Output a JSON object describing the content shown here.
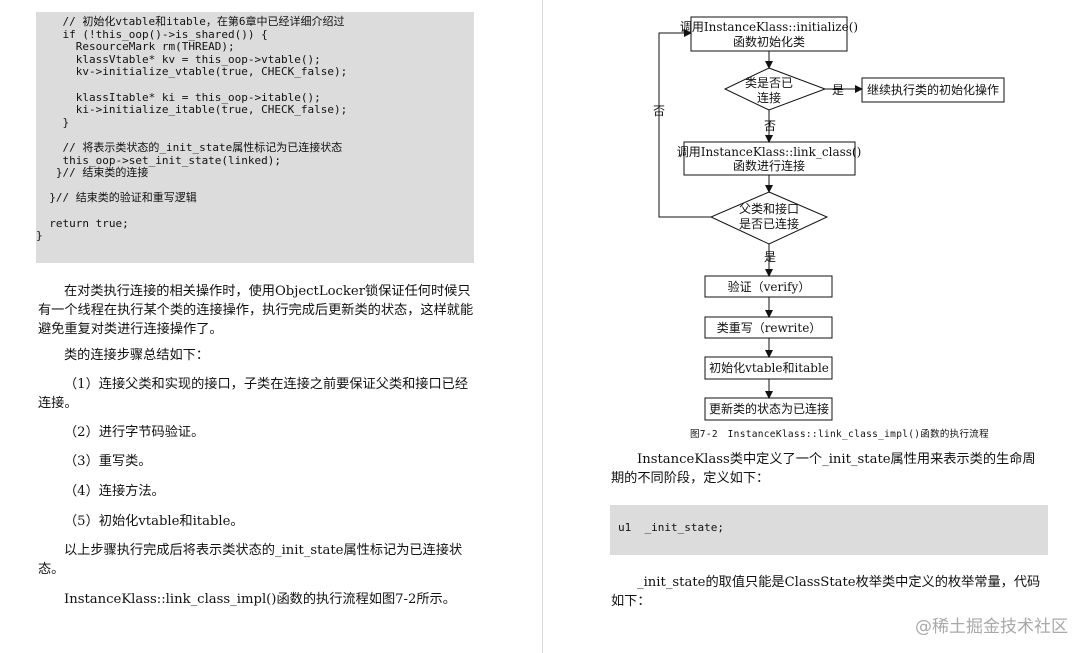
{
  "left": {
    "code": [
      "    // 初始化vtable和itable，在第6章中已经详细介绍过",
      "    if (!this_oop()->is_shared()) {",
      "      ResourceMark rm(THREAD);",
      "      klassVtable* kv = this_oop->vtable();",
      "      kv->initialize_vtable(true, CHECK_false);",
      "",
      "      klassItable* ki = this_oop->itable();",
      "      ki->initialize_itable(true, CHECK_false);",
      "    }",
      "",
      "    // 将表示类状态的_init_state属性标记为已连接状态",
      "    this_oop->set_init_state(linked);",
      "   }// 结束类的连接",
      "",
      "  }// 结束类的验证和重写逻辑",
      "",
      "  return true;",
      "}"
    ],
    "p1": "在对类执行连接的相关操作时，使用ObjectLocker锁保证任何时候只有一个线程在执行某个类的连接操作，执行完成后更新类的状态，这样就能避免重复对类进行连接操作了。",
    "p2": "类的连接步骤总结如下：",
    "s1": "（1）连接父类和实现的接口，子类在连接之前要保证父类和接口已经连接。",
    "s2": "（2）进行字节码验证。",
    "s3": "（3）重写类。",
    "s4": "（4）连接方法。",
    "s5": "（5）初始化vtable和itable。",
    "p3": "以上步骤执行完成后将表示类状态的_init_state属性标记为已连接状态。",
    "p4": "InstanceKlass::link_class_impl()函数的执行流程如图7-2所示。"
  },
  "flow": {
    "n1a": "调用InstanceKlass::initialize()",
    "n1b": "函数初始化类",
    "d1a": "类是否已",
    "d1b": "连接",
    "yes1": "是",
    "r1": "继续执行类的初始化操作",
    "no1": "否",
    "n2a": "调用InstanceKlass::link_class()",
    "n2b": "函数进行连接",
    "d2a": "父类和接口",
    "d2b": "是否已连接",
    "no2": "否",
    "yes2": "是",
    "s1": "验证（verify）",
    "s2": "类重写（rewrite）",
    "s3": "初始化vtable和itable",
    "s4": "更新类的状态为已连接"
  },
  "right": {
    "caption": "图7-2　InstanceKlass::link_class_impl()函数的执行流程",
    "p1": "InstanceKlass类中定义了一个_init_state属性用来表示类的生命周期的不同阶段，定义如下：",
    "code": "u1  _init_state;",
    "p2": "_init_state的取值只能是ClassState枚举类中定义的枚举常量，代码如下："
  },
  "watermark": "@稀土掘金技术社区"
}
